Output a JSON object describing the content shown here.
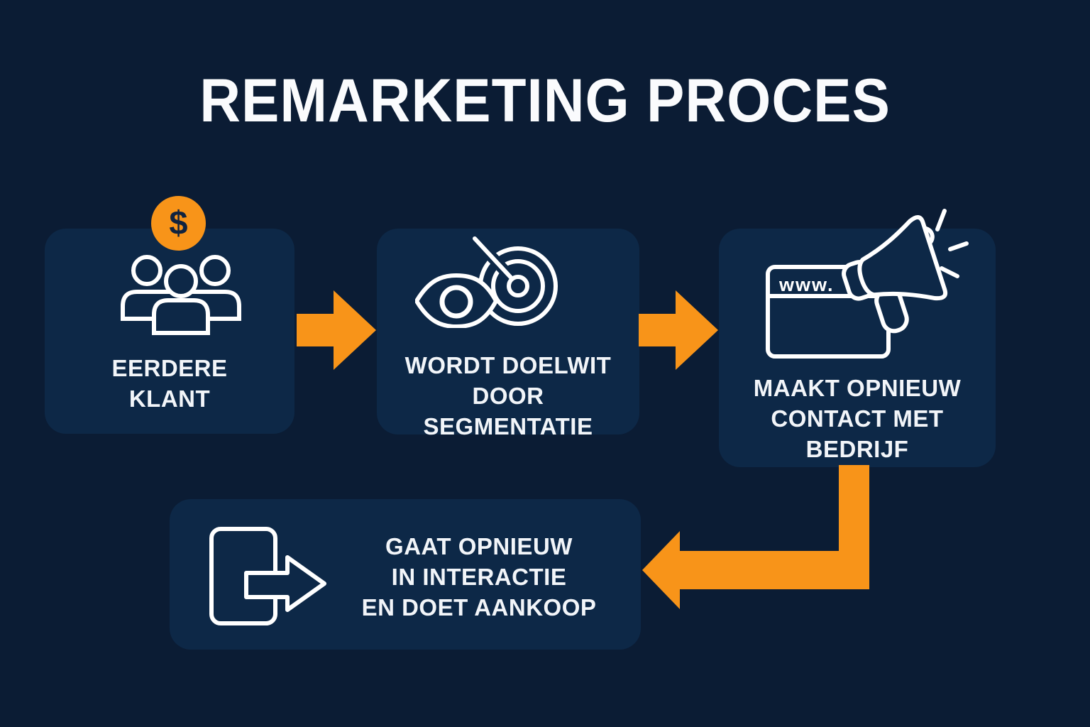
{
  "title": "REMARKETING PROCES",
  "colors": {
    "background": "#0b1c34",
    "card": "#0d2847",
    "accent_orange": "#f89419",
    "icon_stroke": "#ffffff",
    "text": "#f2f5f9"
  },
  "badge": {
    "symbol": "$",
    "icon": "dollar-coin"
  },
  "steps": [
    {
      "label": "EERDERE\nKLANT",
      "icon": "customers-group-icon"
    },
    {
      "label": "WORDT DOELWIT\nDOOR\nSEGMENTATIE",
      "icon": "eye-target-icon"
    },
    {
      "label": "MAAKT OPNIEUW\nCONTACT MET\nBEDRIJF",
      "icon": "browser-megaphone-icon",
      "browser_label": "www."
    },
    {
      "label": "GAAT OPNIEUW\nIN INTERACTIE\nEN DOET AANKOOP",
      "icon": "phone-exit-arrow-icon"
    }
  ],
  "connectors": [
    {
      "from": 1,
      "to": 2,
      "shape": "right-arrow"
    },
    {
      "from": 2,
      "to": 3,
      "shape": "right-arrow"
    },
    {
      "from": 3,
      "to": 4,
      "shape": "elbow-left-arrow"
    }
  ]
}
